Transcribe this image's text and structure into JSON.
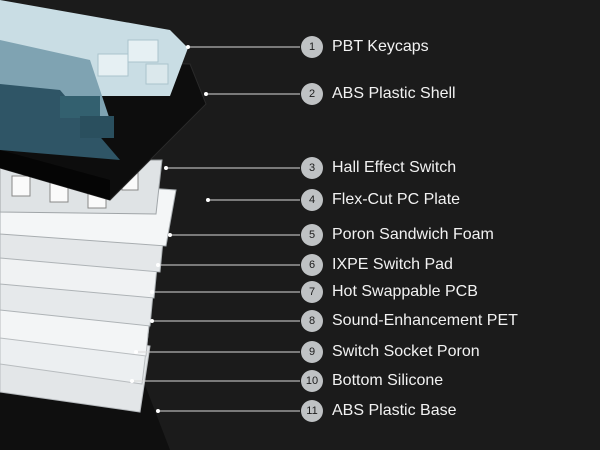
{
  "layers": [
    {
      "number": "1",
      "label": "PBT Keycaps"
    },
    {
      "number": "2",
      "label": "ABS Plastic Shell"
    },
    {
      "number": "3",
      "label": "Hall Effect Switch"
    },
    {
      "number": "4",
      "label": "Flex-Cut PC Plate"
    },
    {
      "number": "5",
      "label": "Poron Sandwich Foam"
    },
    {
      "number": "6",
      "label": "IXPE Switch Pad"
    },
    {
      "number": "7",
      "label": "Hot Swappable PCB"
    },
    {
      "number": "8",
      "label": "Sound-Enhancement PET"
    },
    {
      "number": "9",
      "label": "Switch Socket Poron"
    },
    {
      "number": "10",
      "label": "Bottom Silicone"
    },
    {
      "number": "11",
      "label": "ABS Plastic Base"
    }
  ],
  "colors": {
    "background": "#1b1b1b",
    "keycap_light": "#c9dde4",
    "keycap_dark": "#2f5566",
    "shell": "#0d0d0d",
    "plate": "#e8ebed",
    "badge": "#bfc2c4",
    "label_text": "#f2f2f2"
  }
}
